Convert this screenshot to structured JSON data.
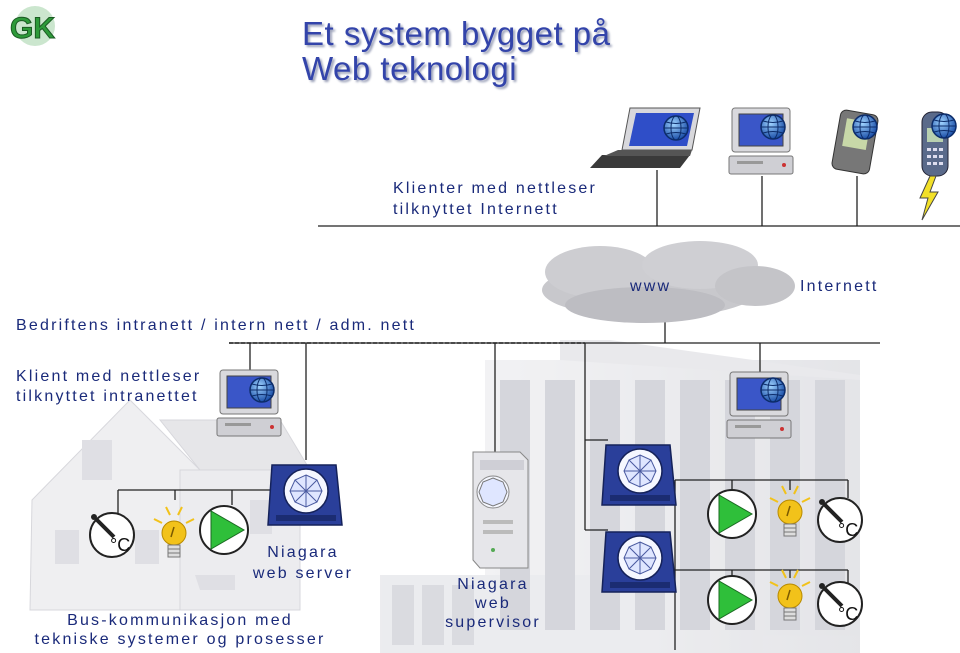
{
  "logo": {
    "text": "GK"
  },
  "title": {
    "line1": "Et system bygget på",
    "line2": "Web teknologi"
  },
  "labels": {
    "clients_internet_1": "Klienter med nettleser",
    "clients_internet_2": "tilknyttet Internett",
    "www": "www",
    "internet": "Internett",
    "intranet": "Bedriftens intranett / intern nett / adm. nett",
    "client_intranet_1": "Klient med nettleser",
    "client_intranet_2": "tilknyttet intranettet",
    "web_server_1": "Niagara",
    "web_server_2": "web server",
    "supervisor_1": "Niagara",
    "supervisor_2": "web",
    "supervisor_3": "supervisor",
    "bus_1": "Bus-kommunikasjon med",
    "bus_2": "tekniske systemer og prosesser"
  },
  "colors": {
    "title": "#3344aa",
    "label": "#1a2a7a",
    "logo": "#2e9a3a",
    "network_line": "#222222",
    "device_blue": "#2a3f9a",
    "pump_green": "#2fbf3a",
    "bulb_yellow": "#f2c21a"
  },
  "icons": [
    "gk-logo-icon",
    "laptop-icon",
    "desktop-icon",
    "pda-icon",
    "mobile-phone-icon",
    "lightning-icon",
    "cloud-icon",
    "globe-icon",
    "house-icon",
    "office-building-icon",
    "niagara-device-icon",
    "server-tower-icon",
    "pump-icon",
    "lightbulb-icon",
    "thermometer-icon"
  ]
}
